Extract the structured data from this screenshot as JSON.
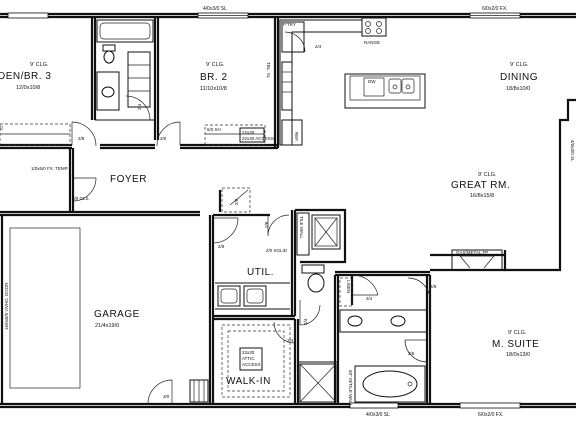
{
  "rooms": {
    "den": {
      "clg": "9' CLG.",
      "name": "DEN/BR. 3",
      "size": "12/0x10/8"
    },
    "br2": {
      "clg": "9' CLG.",
      "name": "BR. 2",
      "size": "11/10x10/8"
    },
    "dining": {
      "clg": "9' CLG.",
      "name": "DINING",
      "size": "18/8x10/0"
    },
    "great": {
      "clg": "9' CLG.",
      "name": "GREAT RM.",
      "size": "16/8x15/8"
    },
    "foyer": {
      "name": "FOYER"
    },
    "util": {
      "name": "UTIL."
    },
    "garage": {
      "name": "GARAGE",
      "size": "21/4x19/0"
    },
    "suite": {
      "clg": "9' CLG.",
      "name": "M. SUITE",
      "size": "18/0x13/0"
    },
    "walkin": {
      "name": "WALK-IN"
    },
    "ptry": {
      "name": "P'TRY"
    },
    "linen": {
      "name": "LINEN"
    }
  },
  "labels": {
    "window_top_br2": "4/0x3/0 SL",
    "window_top_dining": "6/0x2/0 FX.",
    "window_bottom_walkin": "4/0x3/0 SL",
    "window_bottom_suite": "6/0x2/0 FX.",
    "range": "RANGE",
    "ref": "REF.",
    "fx_temp": "1/0x6/0 FX. TEMP.",
    "gls": "3/0 GLS.",
    "ovhd_door": "16/0x8/0 OVHD. DOOR",
    "gas_fp": "GAS/METAL FP",
    "attic": "22x30 ATTIC ACCESS",
    "attic2": "22x30 ACCESS",
    "sh": "6/0 SH",
    "solid": "2/0 SOLID",
    "tile_wall": "TILE WALL",
    "tile_wall2": "TILE WALL",
    "bath_wall": "60\" W/TILE WALL",
    "side_sl": "4/0x3/0 SL"
  },
  "doors": {
    "d_br3": "2/8",
    "d_br2": "2/0",
    "d_bath": "2/4",
    "d_ptry": "2/4",
    "d_util_top": "2/8",
    "d_util": "2/8",
    "d_foyer": "2/8",
    "d_linen": "2/4",
    "d_suite": "2/8",
    "d_mbath": "2/8",
    "d_walkin": "2/4",
    "d_wc": "2/4",
    "d_garage": "3/0",
    "d_suite2": "2/6"
  }
}
